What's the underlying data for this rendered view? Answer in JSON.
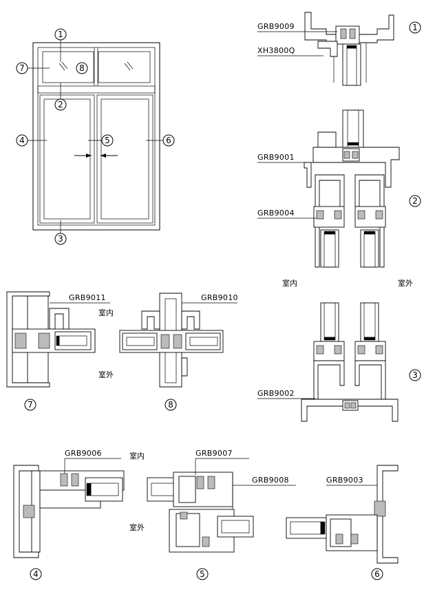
{
  "elevation": {
    "callouts": [
      "1",
      "2",
      "3",
      "4",
      "5",
      "6",
      "7",
      "8"
    ]
  },
  "sections": {
    "s1": {
      "number": "1",
      "labels": [
        "GRB9009",
        "XH3800Q"
      ]
    },
    "s2": {
      "number": "2",
      "labels": [
        "GRB9001",
        "GRB9004"
      ]
    },
    "s3": {
      "number": "3",
      "labels": [
        "GRB9002"
      ],
      "indoor": "室内",
      "outdoor": "室外"
    },
    "s7": {
      "number": "7",
      "labels": [
        "GRB9011"
      ],
      "indoor": "室内",
      "outdoor": "室外"
    },
    "s8": {
      "number": "8",
      "labels": [
        "GRB9010"
      ]
    },
    "s4": {
      "number": "4",
      "labels": [
        "GRB9006"
      ],
      "indoor": "室内"
    },
    "s5": {
      "number": "5",
      "labels": [
        "GRB9007",
        "GRB9008"
      ],
      "outdoor": "室外"
    },
    "s6": {
      "number": "6",
      "labels": [
        "GRB9003"
      ]
    }
  }
}
